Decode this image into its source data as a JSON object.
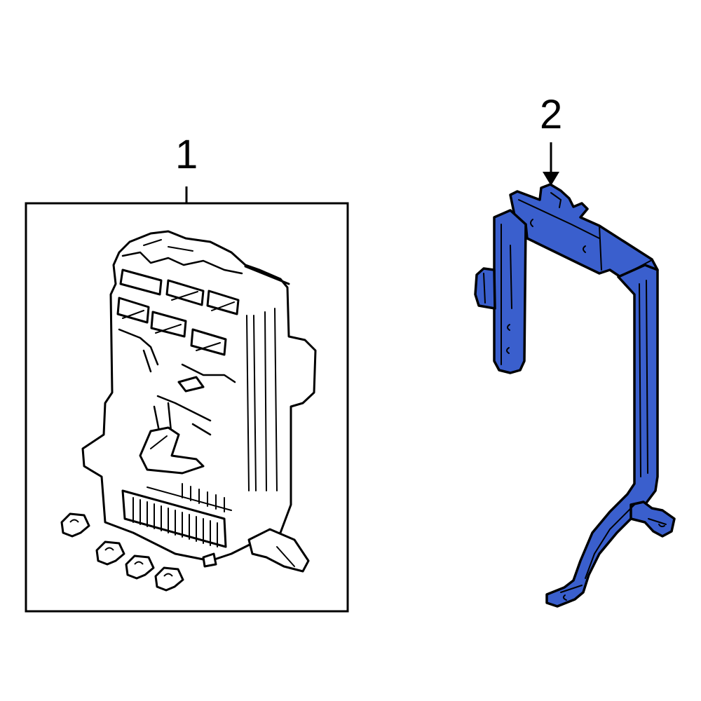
{
  "diagram": {
    "type": "exploded-parts-diagram",
    "colors": {
      "background": "#ffffff",
      "line": "#000000",
      "highlight": "#3a5fcd"
    },
    "parts": [
      {
        "number": "1",
        "description": "fuse-relay-box-assembly (with loose fuse clips)",
        "boxed": true,
        "highlighted": false
      },
      {
        "number": "2",
        "description": "mounting-bracket",
        "boxed": false,
        "highlighted": true
      }
    ]
  }
}
